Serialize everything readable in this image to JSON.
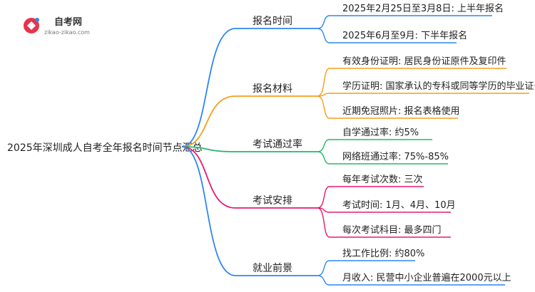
{
  "logo": {
    "title": "自考网",
    "url": "zikao-zikao.com"
  },
  "root": {
    "label": "2025年深圳成人自考全年报名时间节点汇总"
  },
  "branches": [
    {
      "label": "报名时间",
      "color": "#2e86f0",
      "children": [
        {
          "label": "2025年2月25日至3月8日: 上半年报名"
        },
        {
          "label": "2025年6月至9月: 下半年报名"
        }
      ]
    },
    {
      "label": "报名材料",
      "color": "#f2a01b",
      "children": [
        {
          "label": "有效身份证明: 居民身份证原件及复印件"
        },
        {
          "label": "学历证明: 国家承认的专科或同等学历的毕业证书"
        },
        {
          "label": "近期免冠照片: 报名表格使用"
        }
      ]
    },
    {
      "label": "考试通过率",
      "color": "#21b86a",
      "children": [
        {
          "label": "自学通过率: 约5%"
        },
        {
          "label": "网络班通过率: 75%-85%"
        }
      ]
    },
    {
      "label": "考试安排",
      "color": "#e8196f",
      "children": [
        {
          "label": "每年考试次数: 三次"
        },
        {
          "label": "考试时间: 1月、4月、10月"
        },
        {
          "label": "每次考试科目: 最多四门"
        }
      ]
    },
    {
      "label": "就业前景",
      "color": "#2e86f0",
      "children": [
        {
          "label": "找工作比例: 约80%"
        },
        {
          "label": "月收入: 民营中小企业普遍在2000元以上"
        }
      ]
    }
  ]
}
